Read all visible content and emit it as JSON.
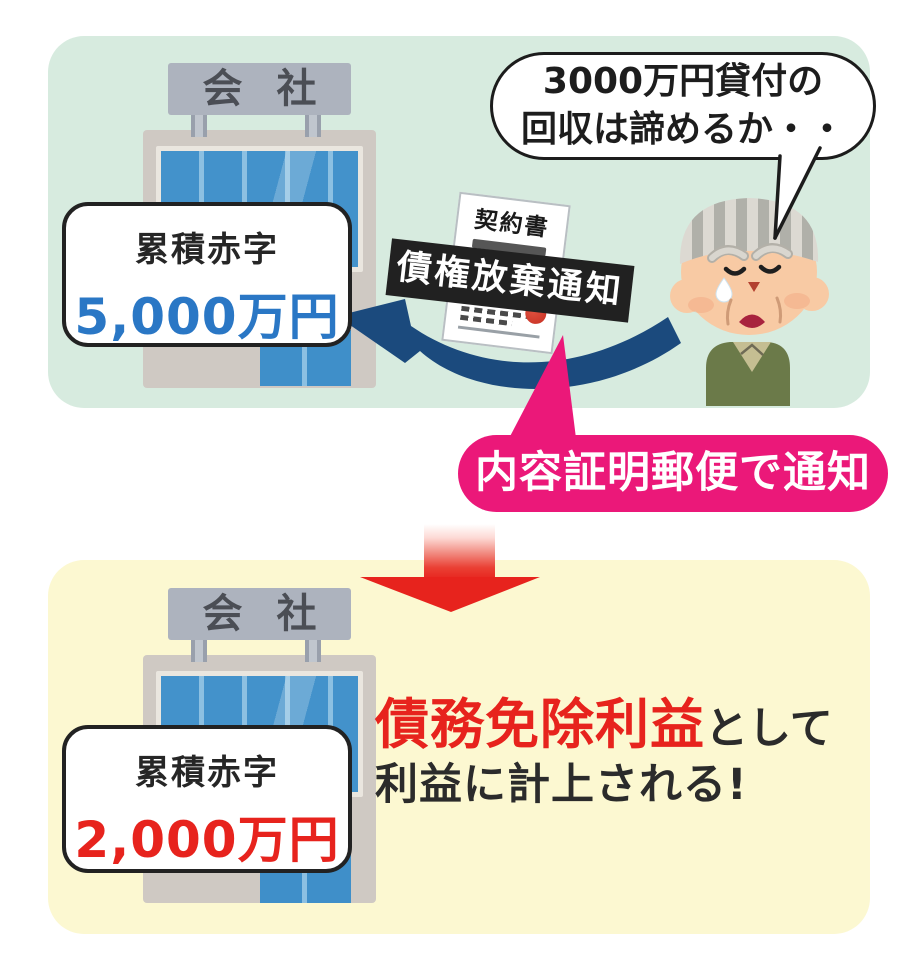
{
  "colors": {
    "green_bg": "#d7ebdf",
    "yellow_bg": "#fcf8d1",
    "pink": "#eb1879",
    "navy": "#1b4a7d",
    "red": "#e7231d",
    "blue": "#2a77c5"
  },
  "before_panel": {
    "company_sign": "会社",
    "deficit_box": {
      "label": "累積赤字",
      "value": "5,000万円"
    },
    "speech_bubble": {
      "line1": "3000万円貸付の",
      "line2": "回収は諦めるか・・"
    },
    "document": {
      "title": "契約書",
      "banner": "債権放棄通知"
    }
  },
  "callout": {
    "text": "内容証明郵便で通知"
  },
  "after_panel": {
    "company_sign": "会社",
    "deficit_box": {
      "label": "累積赤字",
      "value": "2,000万円"
    },
    "result": {
      "highlight": "債務免除利益",
      "suffix": "として",
      "line2": "利益に計上される!"
    }
  }
}
